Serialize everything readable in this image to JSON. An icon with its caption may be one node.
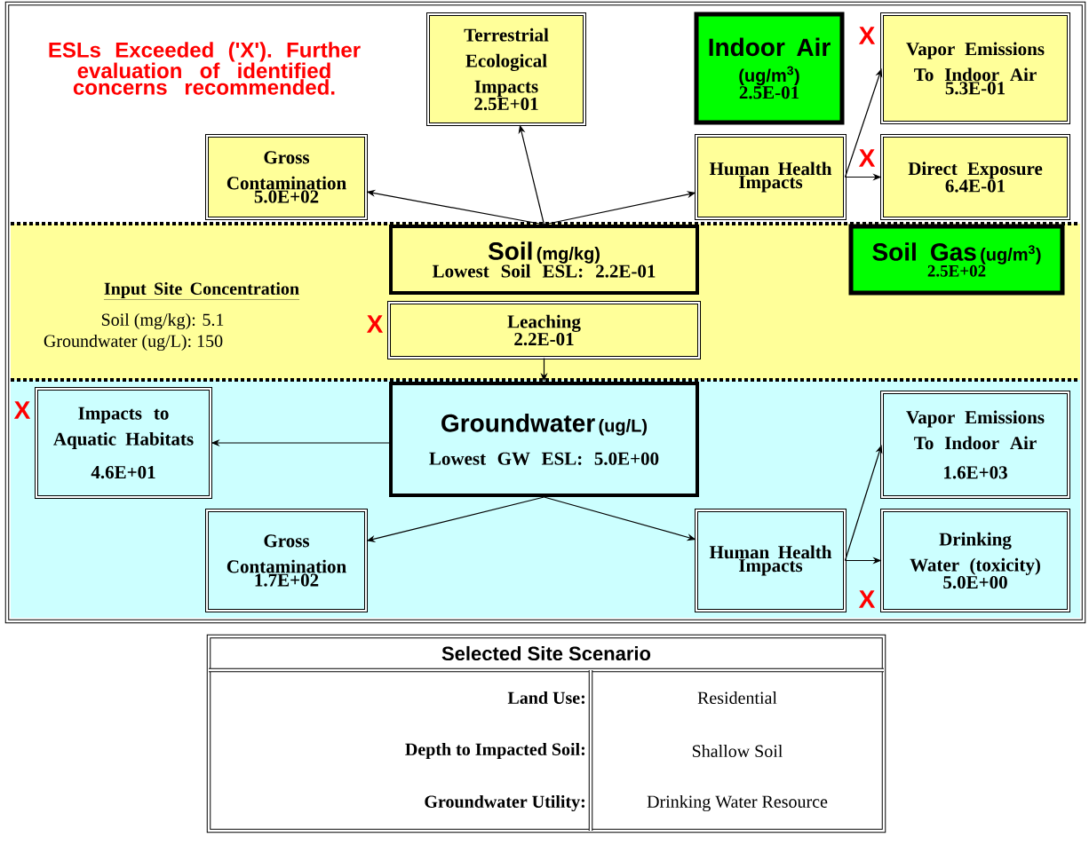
{
  "diagram": {
    "nodes": [
      {
        "text": [
          "Terrestrial Ecological Impacts",
          "2.5E+01"
        ]
      },
      {
        "text": [
          "Indoor Air",
          "(ug/m$^{3}$)",
          "2.5E-01"
        ]
      },
      {
        "text": [
          "Vapor Emissions To Indoor Air",
          "5.3E-01"
        ],
        "beside": [
          "X"
        ]
      },
      {
        "text": [
          "Gross Contamination",
          "5.0E+02"
        ]
      },
      {
        "text": [
          "Human Health Impacts"
        ]
      },
      {
        "text": [
          "Direct Exposure",
          "6.4E-01"
        ],
        "beside": [
          "X"
        ]
      },
      {
        "text": [
          "Soil",
          "(mg/kg)",
          "Lowest Soil ESL: 2.2E-01"
        ]
      },
      {
        "text": [
          "Soil Gas",
          "(ug/m$^{3}$)",
          "2.5E+02"
        ]
      },
      {
        "text": [
          "Leaching",
          "2.2E-01"
        ],
        "beside": [
          "X"
        ]
      },
      {
        "text": [
          "Groundwater",
          "(ug/L)",
          "Lowest GW ESL: 5.0E+00"
        ]
      },
      {
        "text": [
          "Impacts to Aquatic Habitats",
          "4.6E+01"
        ],
        "beside": [
          "X"
        ]
      },
      {
        "text": [
          "Vapor Emissions To Indoor Air",
          "1.6E+03"
        ]
      },
      {
        "text": [
          "Gross Contamination",
          "1.7E+02"
        ]
      },
      {
        "text": [
          "Human Health Impacts"
        ]
      },
      {
        "text": [
          "Drinking Water (toxicity)",
          "5.0E+00"
        ],
        "beside": [
          "X"
        ]
      }
    ],
    "edges": [
      {
        "from": 6,
        "to": 3,
        "arrow": "to"
      },
      {
        "from": 6,
        "to": 0,
        "arrow": "to"
      },
      {
        "from": 6,
        "to": 4,
        "arrow": "to"
      },
      {
        "from": 4,
        "to": 2,
        "arrow": "to"
      },
      {
        "from": 4,
        "to": 5,
        "arrow": "to"
      },
      {
        "from": 8,
        "to": 9,
        "arrow": "to"
      },
      {
        "from": 9,
        "to": 10,
        "arrow": "to"
      },
      {
        "from": 9,
        "to": 12,
        "arrow": "to"
      },
      {
        "from": 9,
        "to": 13,
        "arrow": "to"
      },
      {
        "from": 13,
        "to": 11,
        "arrow": "to"
      },
      {
        "from": 13,
        "to": 14,
        "arrow": "to"
      }
    ],
    "labels": [
      "ESLs Exceeded ('X'). Further evaluation of identified concerns recommended.",
      "Input Site Concentration",
      "Soil (mg/kg): 5.1",
      "Groundwater (ug/L): 150",
      "Selected Site Scenario",
      "Land Use:",
      "Residential",
      "Depth to Impacted Soil:",
      "Shallow Soil",
      "Groundwater Utility:",
      "Drinking Water Resource"
    ]
  }
}
